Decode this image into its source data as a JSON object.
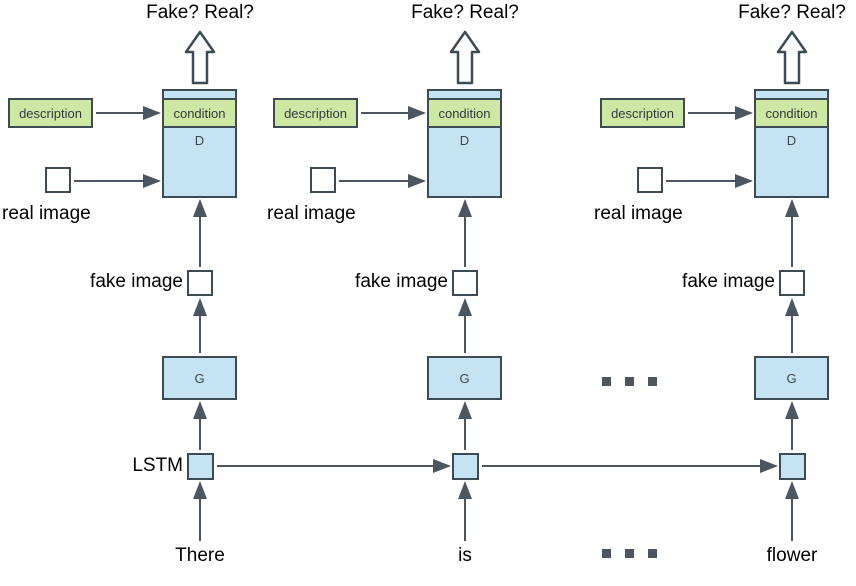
{
  "colors": {
    "box-blue": "#c6e3f3",
    "box-green": "#cfe7a4",
    "border": "#3d4b54",
    "arrow": "#4b5660",
    "label": "#000000"
  },
  "lstm_label": "LSTM",
  "ellipsis": "...",
  "columns": [
    {
      "verdict": "Fake? Real?",
      "description": "description",
      "condition": "condition",
      "discriminator": "D",
      "real_image_label": "real image",
      "fake_image_label": "fake image",
      "generator": "G",
      "word": "There"
    },
    {
      "verdict": "Fake? Real?",
      "description": "description",
      "condition": "condition",
      "discriminator": "D",
      "real_image_label": "real image",
      "fake_image_label": "fake image",
      "generator": "G",
      "word": "is"
    },
    {
      "verdict": "Fake? Real?",
      "description": "description",
      "condition": "condition",
      "discriminator": "D",
      "real_image_label": "real image",
      "fake_image_label": "fake image",
      "generator": "G",
      "word": "flower"
    }
  ]
}
